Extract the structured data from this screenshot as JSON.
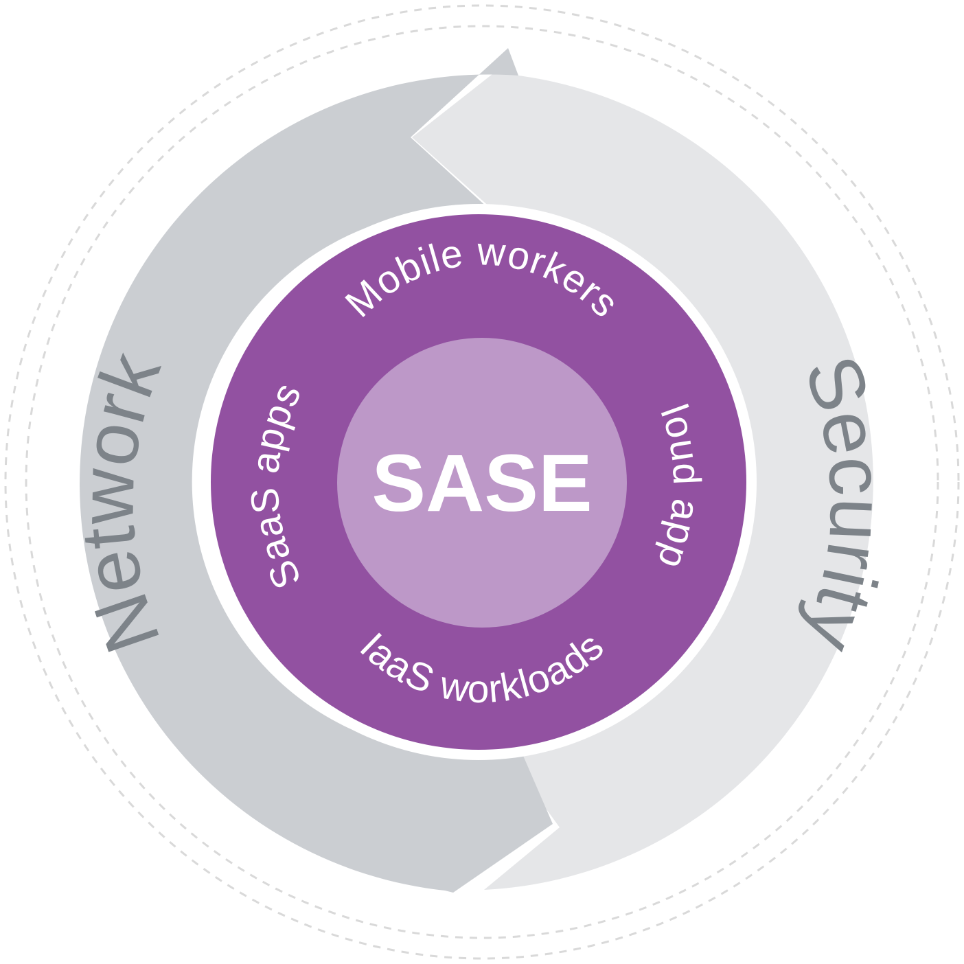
{
  "diagram": {
    "outer_cycle": {
      "left_label": "Network",
      "right_label": "Security"
    },
    "inner_ring": {
      "top_label": "Mobile workers",
      "right_label": "Cloud apps",
      "bottom_label": "IaaS workloads",
      "left_label": "SaaS apps"
    },
    "core": {
      "label": "SASE"
    },
    "colors": {
      "network_arrow": "#cbced2",
      "security_arrow": "#e5e6e8",
      "dashed_circles": "#d9d9d9",
      "ring_text": "#7d8389",
      "purple_ring": "#9251a1",
      "core_circle": "#bd98c8",
      "white": "#ffffff"
    }
  }
}
